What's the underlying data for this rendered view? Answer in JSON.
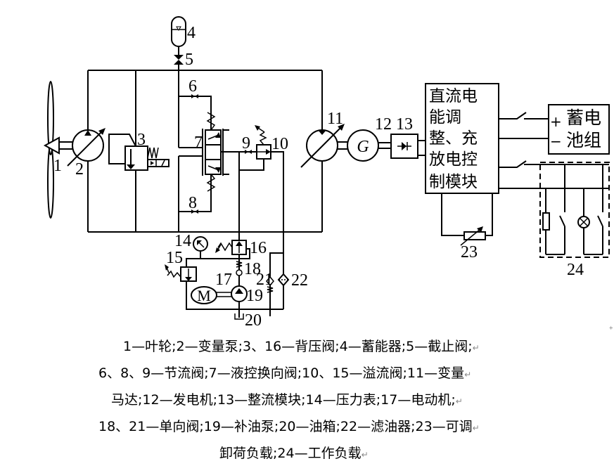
{
  "diagram": {
    "component_labels": {
      "impeller": "1",
      "variable_pump": "2",
      "back_pressure_valve_a": "3",
      "accumulator": "4",
      "stop_valve": "5",
      "throttle_valve_a": "6",
      "pilot_directional_valve": "7",
      "throttle_valve_b": "8",
      "throttle_valve_c": "9",
      "relief_valve_a": "10",
      "variable_motor": "11",
      "generator": "12",
      "rectifier_module": "13",
      "pressure_gauge": "14",
      "relief_valve_b": "15",
      "back_pressure_valve_b": "16",
      "electric_motor": "17",
      "check_valve_a": "18",
      "charge_pump": "19",
      "oil_tank": "20",
      "check_valve_b": "21",
      "oil_filter": "22",
      "adjustable_dump_load": "23",
      "working_load": "24"
    },
    "generator_symbol": "G",
    "motor_symbol": "M",
    "control_module_lines": [
      "直流电",
      "能调",
      "整、充",
      "放电控",
      "制模块"
    ],
    "battery_lines": [
      "蓄电",
      "池组"
    ],
    "battery_plus": "+",
    "battery_minus": "−"
  },
  "caption": {
    "lines": [
      "1—叶轮;2—变量泵;3、16—背压阀;4—蓄能器;5—截止阀;",
      "6、8、9—节流阀;7—液控换向阀;10、15—溢流阀;11—变量",
      "马达;12—发电机;13—整流模块;14—压力表;17—电动机;",
      "18、21—单向阀;19—补油泵;20—油箱;22—滤油器;23—可调",
      "卸荷负载;24—工作负载"
    ],
    "paragraph_mark": "↵"
  }
}
